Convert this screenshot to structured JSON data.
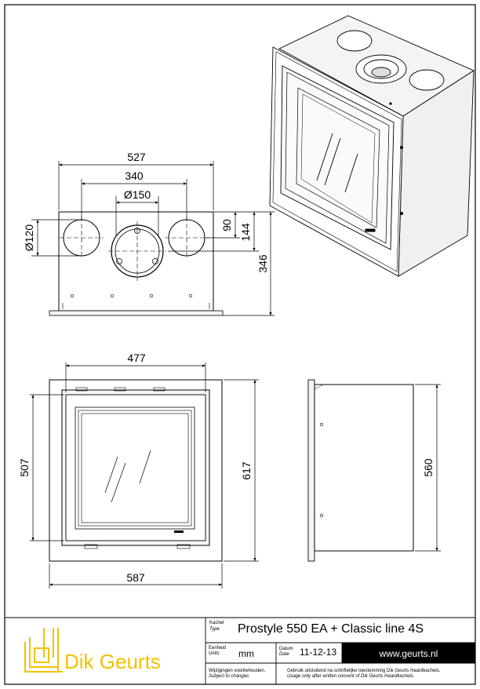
{
  "drawing": {
    "front_view": {
      "dim_width": "527",
      "dim_spacing": "340",
      "dim_center_pipe": "Ø150",
      "dim_side_pipe": "Ø120",
      "dim_pipe_height": "90",
      "dim_pipe_offset": "144",
      "dim_height": "346"
    },
    "frame_view": {
      "dim_inner_width": "477",
      "dim_inner_height": "507",
      "dim_outer_height": "617",
      "dim_outer_width": "587"
    },
    "side_view": {
      "dim_depth": "560"
    }
  },
  "title_block": {
    "logo_text": "Dik Geurts",
    "kachel_label": "Kachel",
    "type_label": "Type",
    "product_name": "Prostyle 550 EA + Classic line 4S",
    "eenheid_label": "Eenheid",
    "units_label": "Units",
    "units_value": "mm",
    "datum_label": "Datum",
    "date_label": "Date",
    "date_value": "11-12-13",
    "website": "www.geurts.nl",
    "note_nl": "Wijzigingen voorbehouden.",
    "note_en": "Subject to changes.",
    "usage_nl": "Gebruik uitsluitend na schriftelijke toestemming Dik Geurts Haardkachels.",
    "usage_en": "Usage only after written consent of Dik Geurts Haardkachels."
  }
}
